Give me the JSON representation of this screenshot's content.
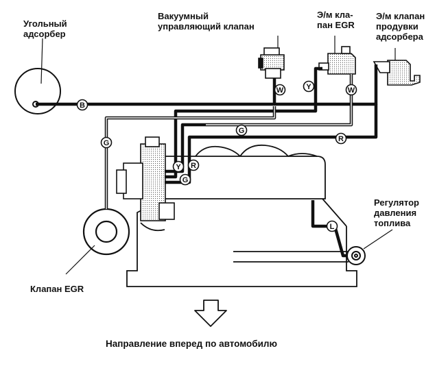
{
  "labels": {
    "charcoal_canister": "Угольный\nадсорбер",
    "vacuum_control_valve": "Вакуумный\nуправляющий клапан",
    "egr_solenoid": "Э/м кла-\nпан EGR",
    "purge_solenoid": "Э/м клапан\nпродувки\nадсорбера",
    "fuel_pressure_regulator": "Регулятор\nдавления\nтоплива",
    "egr_valve": "Клапан EGR",
    "direction": "Направление вперед по автомобилю"
  },
  "hose_codes": {
    "b": "B",
    "g": "G",
    "w": "W",
    "y": "Y",
    "r": "R",
    "l": "L"
  },
  "colors": {
    "line": "#111111",
    "background": "#ffffff",
    "shading": "#cfcfcf"
  }
}
